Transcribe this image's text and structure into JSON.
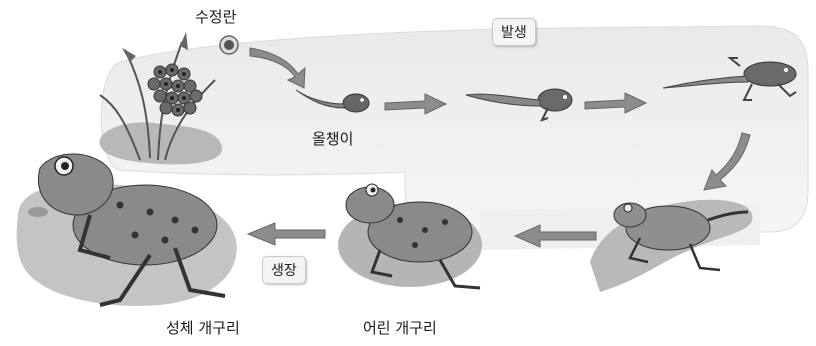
{
  "stages": {
    "egg": "수정란",
    "tadpole": "올챙이",
    "young_frog": "어린 개구리",
    "adult_frog": "성체 개구리"
  },
  "processes": {
    "development": "발생",
    "growth": "생장"
  }
}
